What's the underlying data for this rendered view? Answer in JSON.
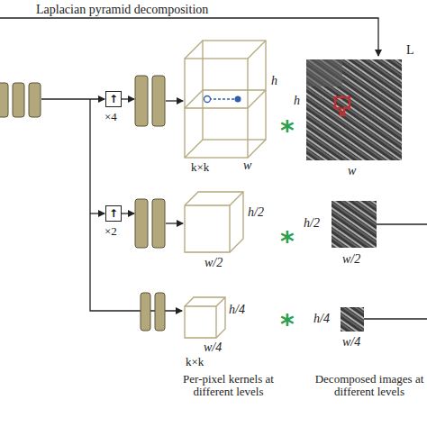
{
  "diagram": {
    "nodes": [
      {
        "text": [
          "↑"
        ]
      },
      {
        "text": [
          "↑"
        ]
      }
    ],
    "labels": [
      "Laplacian pyramid decomposition",
      "×4",
      "h",
      "w",
      "k×k",
      "*",
      "h",
      "w",
      "L",
      "×2",
      "h/2",
      "w/2",
      "*",
      "h/2",
      "w/2",
      "h/4",
      "w/4",
      "k×k",
      "*",
      "h/4",
      "w/4",
      "Per-pixel kernels at different levels",
      "Decomposed images at different levels"
    ]
  }
}
